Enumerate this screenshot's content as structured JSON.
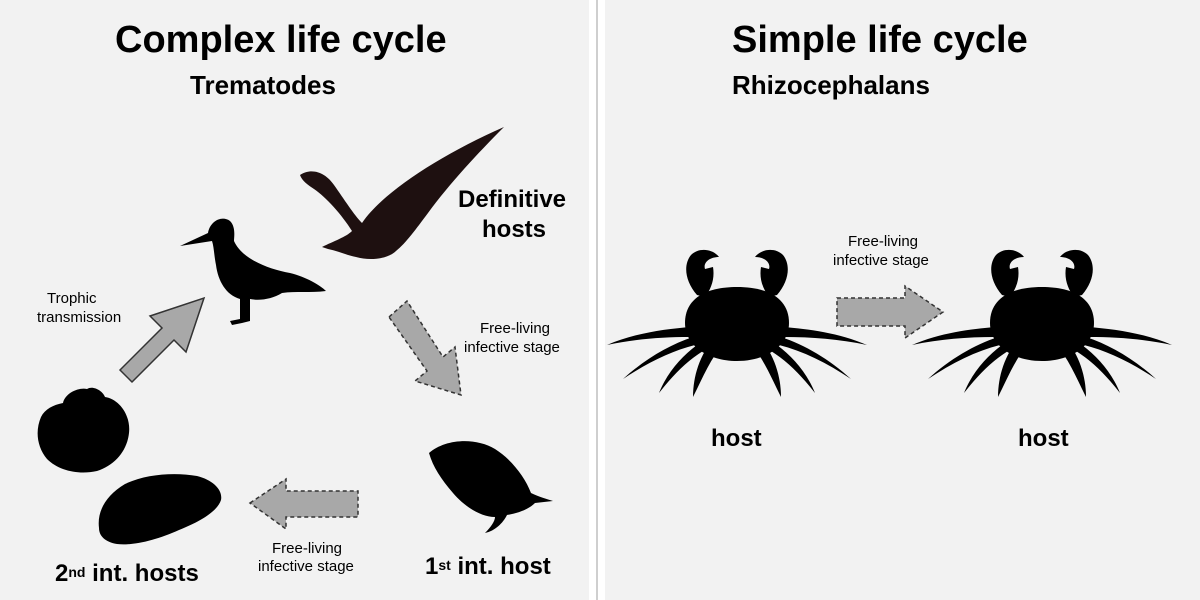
{
  "left": {
    "title": "Complex life cycle",
    "subtitle": "Trematodes",
    "definitive_hosts_line1": "Definitive",
    "definitive_hosts_line2": "hosts",
    "trophic_line1": "Trophic",
    "trophic_line2": "transmission",
    "free_living_right_line1": "Free-living",
    "free_living_right_line2": "infective stage",
    "free_living_bottom_line1": "Free-living",
    "free_living_bottom_line2": "infective stage",
    "first_host_prefix": "1",
    "first_host_sup": "st",
    "first_host_rest": " int. host",
    "second_hosts_prefix": "2",
    "second_hosts_sup": "nd",
    "second_hosts_rest": " int. hosts"
  },
  "right": {
    "title": "Simple life cycle",
    "subtitle": "Rhizocephalans",
    "free_living_line1": "Free-living",
    "free_living_line2": "infective stage",
    "host_left": "host",
    "host_right": "host"
  },
  "colors": {
    "panel_bg": "#f2f2f2",
    "silhouette": "#000000",
    "gull": "#1e1010",
    "arrow_fill": "#a8a8a8",
    "arrow_stroke": "#333333"
  },
  "icons": [
    "sandpiper-icon",
    "gull-icon",
    "snail-icon",
    "cockle-icon",
    "mussel-icon",
    "crab-icon"
  ]
}
